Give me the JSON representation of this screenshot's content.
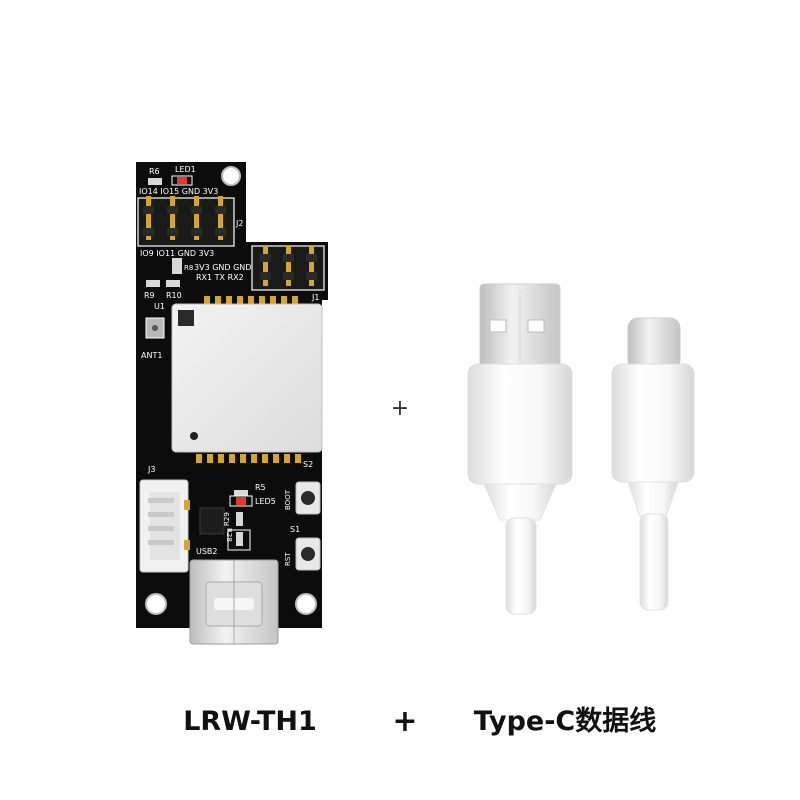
{
  "caption": {
    "board_name": "LRW-TH1",
    "plus": "+",
    "cable_name": "Type-C数据线"
  },
  "middle_plus": "+",
  "silkscreen": {
    "r6": "R6",
    "led1": "LED1",
    "j2_top_pins": "IO14 IO15 GND 3V3",
    "j2": "J2",
    "j2_bottom_pins": "IO9 IO11 GND 3V3",
    "r8": "R8",
    "j1_top": "3V3 GND GND",
    "j1_bottom": "RX1 TX RX2",
    "j1": "J1",
    "r9": "R9",
    "r10": "R10",
    "u1": "U1",
    "ant1": "ANT1",
    "j3": "J3",
    "s2": "S2",
    "r5": "R5",
    "led5": "LED5",
    "boot": "BOOT",
    "r28": "R28",
    "r29": "R29",
    "s1": "S1",
    "usb2": "USB2",
    "rst": "RST"
  },
  "colors": {
    "pcb": "#0c0c0c",
    "silkscreen": "#ffffff",
    "gold_pin": "#d4a72c",
    "led_red": "#e23a2a",
    "cable_white": "#f4f4f4"
  }
}
